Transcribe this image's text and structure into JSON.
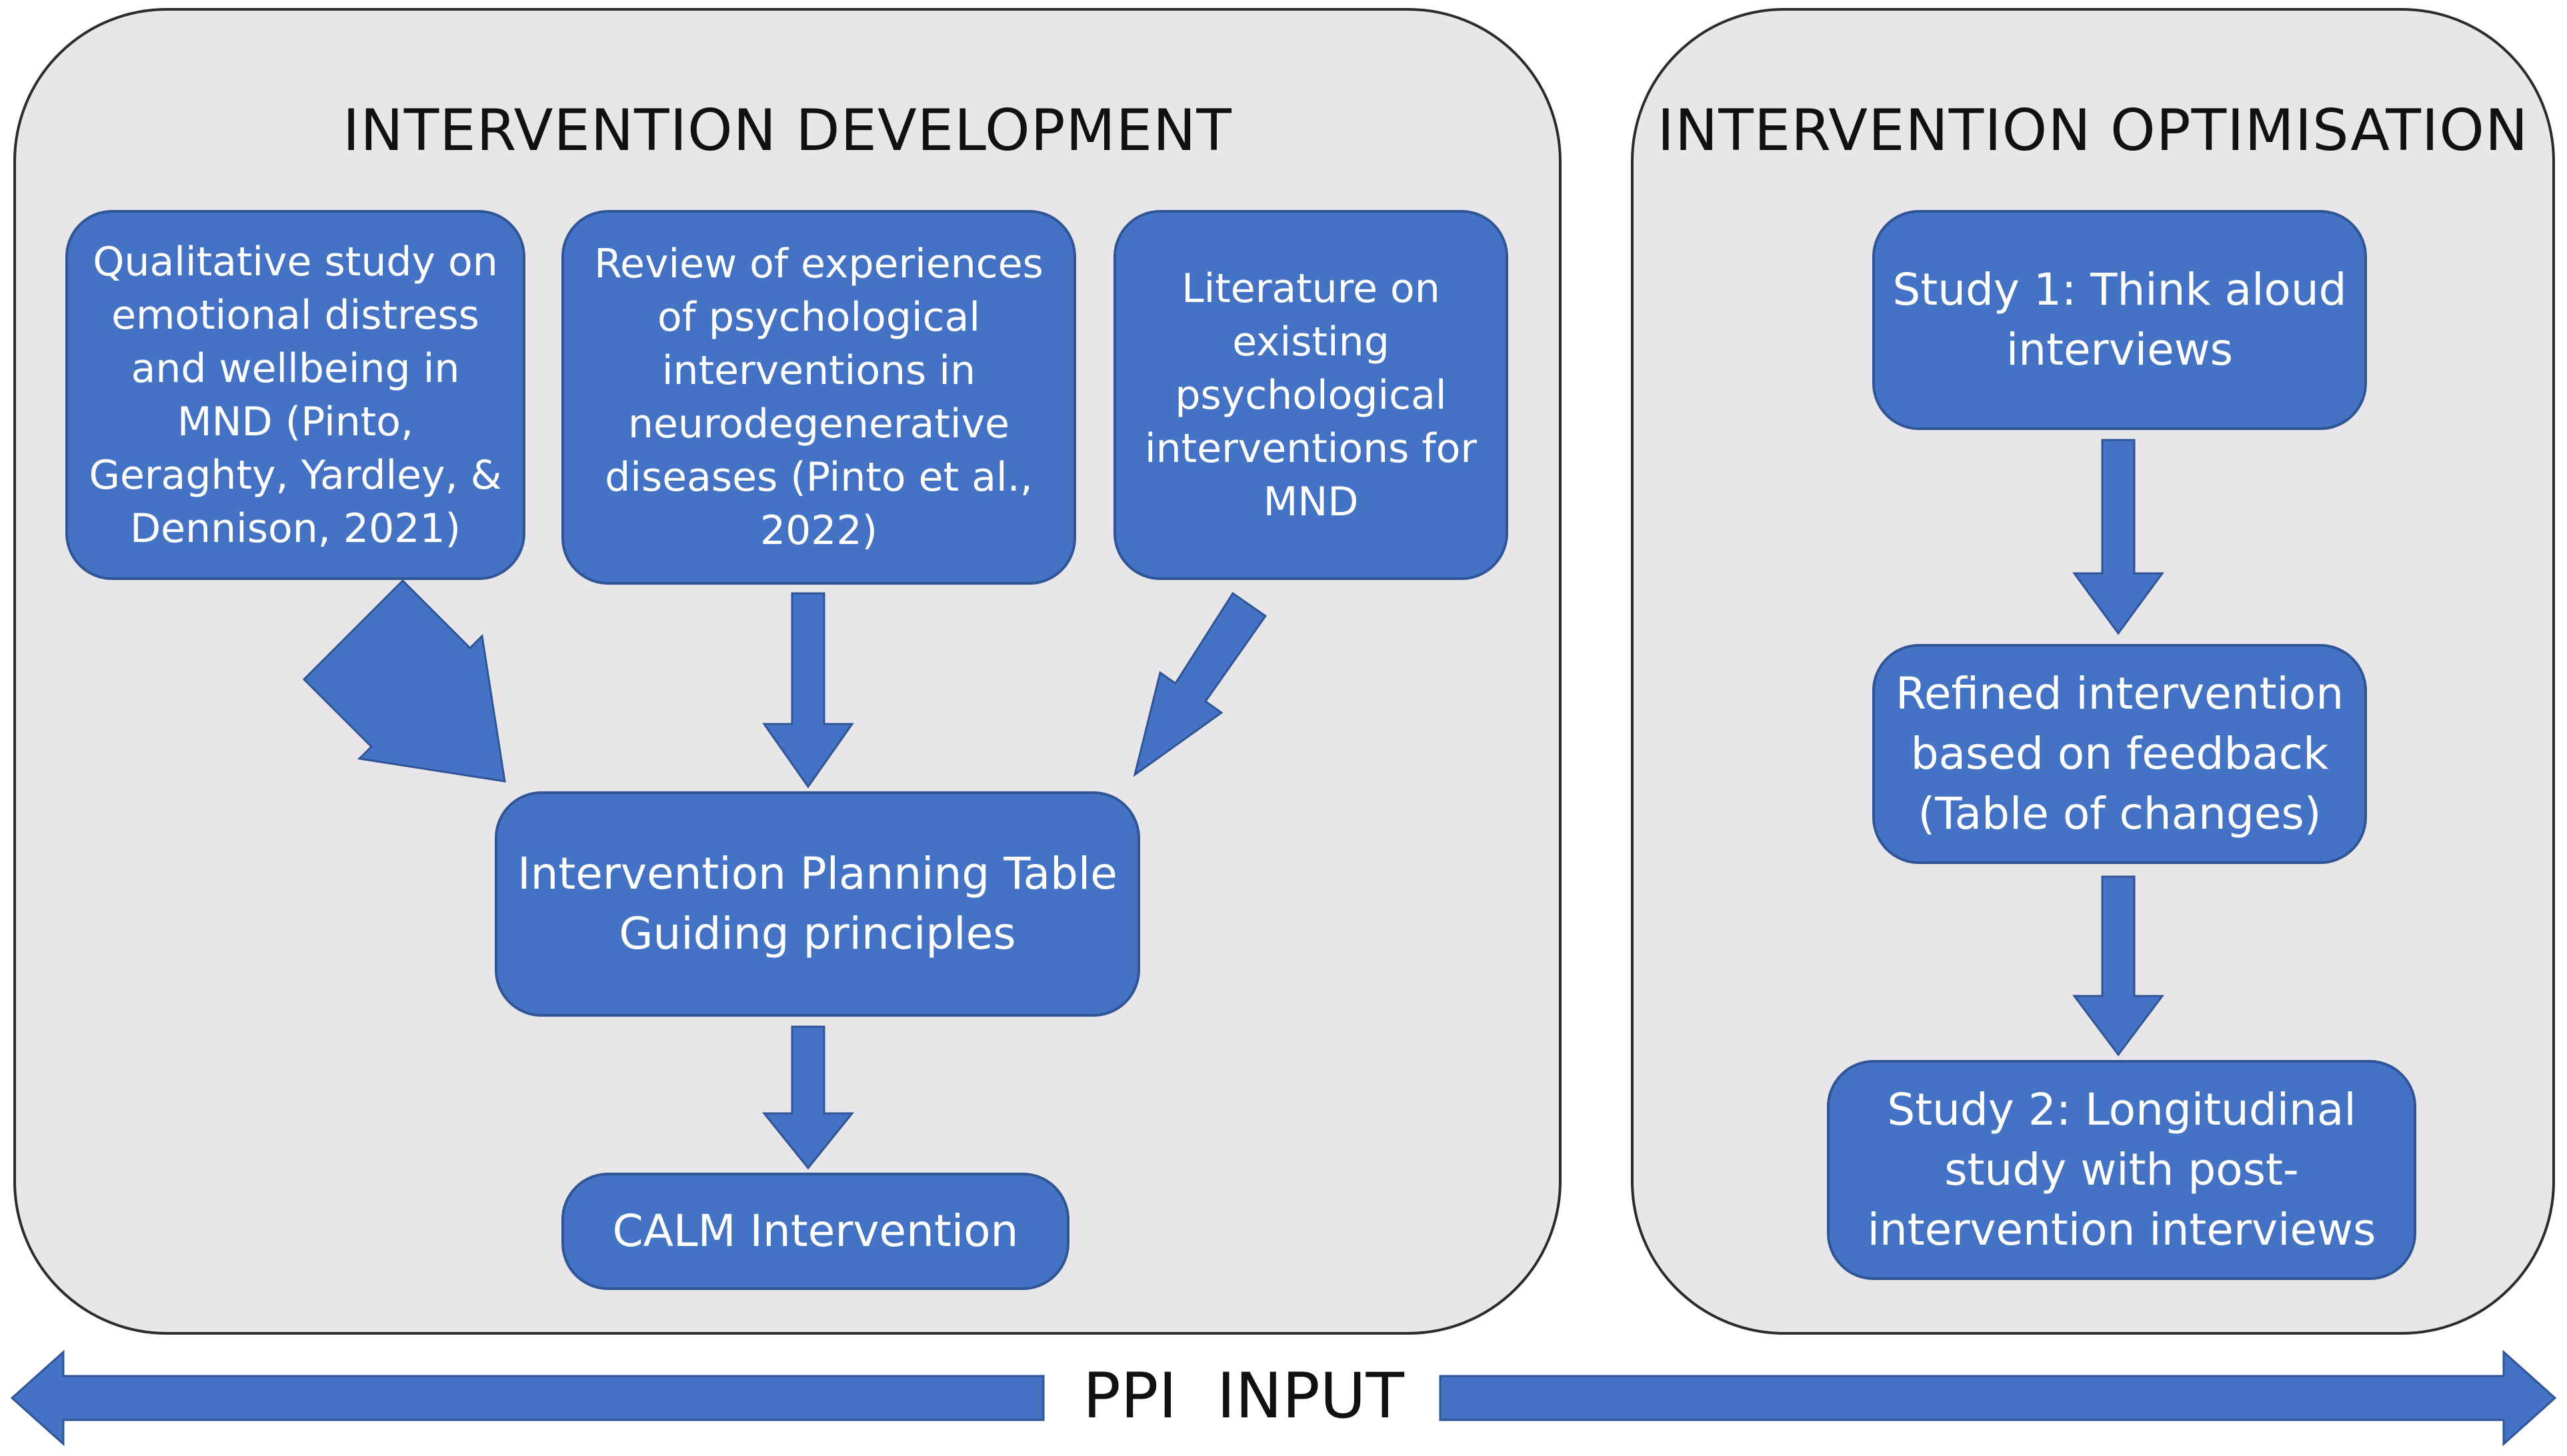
{
  "development": {
    "title": "INTERVENTION DEVELOPMENT",
    "qualitative": "Qualitative study on\nemotional distress\nand wellbeing in\nMND (Pinto,\nGeraghty, Yardley, &\nDennison, 2021)",
    "review": "Review of experiences\nof psychological\ninterventions in\nneurodegenerative\ndiseases (Pinto et al.,\n2022)",
    "literature": "Literature on\nexisting\npsychological\ninterventions for\nMND",
    "planning": "Intervention Planning Table\nGuiding principles",
    "calm": "CALM Intervention"
  },
  "optimisation": {
    "title": "INTERVENTION OPTIMISATION",
    "study1": "Study 1: Think aloud\ninterviews",
    "refined": "Refined intervention\nbased on feedback\n(Table of changes)",
    "study2": "Study 2: Longitudinal\nstudy with post-\nintervention interviews"
  },
  "ppi": {
    "label": "PPI  INPUT"
  },
  "colors": {
    "box_fill": "#4472c4",
    "box_border": "#2f5597",
    "panel_fill": "#e8e6e8",
    "arrow": "#4472c4"
  }
}
